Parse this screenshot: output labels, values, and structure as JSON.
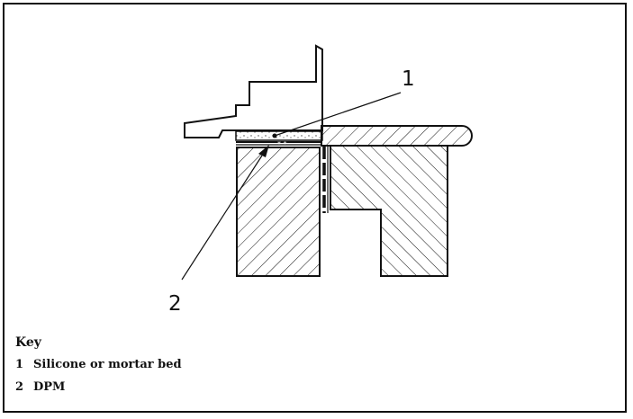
{
  "callouts": [
    {
      "label": "1"
    },
    {
      "label": "2"
    }
  ],
  "key": {
    "title": "Key",
    "items": [
      {
        "number": "1",
        "text": "Silicone or mortar bed"
      },
      {
        "number": "2",
        "text": "DPM"
      }
    ]
  }
}
